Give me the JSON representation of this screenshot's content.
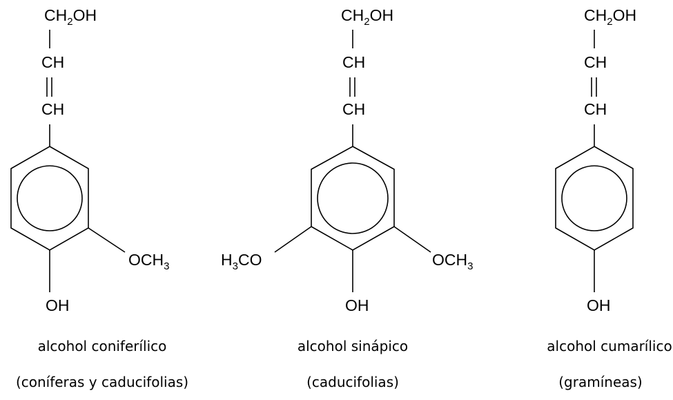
{
  "molecules": [
    {
      "top": {
        "base": "CH",
        "sub": "2",
        "tail": "OH"
      },
      "ch_upper": "CH",
      "ch_lower": "CH",
      "ring_left": null,
      "ring_right": {
        "base": "OCH",
        "sub": "3",
        "tail": ""
      },
      "bottom": "OH",
      "name": "alcohol coniferílico",
      "source": "(coníferas y caducifolias)"
    },
    {
      "top": {
        "base": "CH",
        "sub": "2",
        "tail": "OH"
      },
      "ch_upper": "CH",
      "ch_lower": "CH",
      "ring_left": {
        "base": "H",
        "sub": "3",
        "tail": "CO"
      },
      "ring_right": {
        "base": "OCH",
        "sub": "3",
        "tail": ""
      },
      "bottom": "OH",
      "name": "alcohol sinápico",
      "source": "(caducifolias)"
    },
    {
      "top": {
        "base": "CH",
        "sub": "2",
        "tail": "OH"
      },
      "ch_upper": "CH",
      "ch_lower": "CH",
      "ring_left": null,
      "ring_right": null,
      "bottom": "OH",
      "name": "alcohol cumarílico",
      "source": "(gramíneas)"
    }
  ]
}
